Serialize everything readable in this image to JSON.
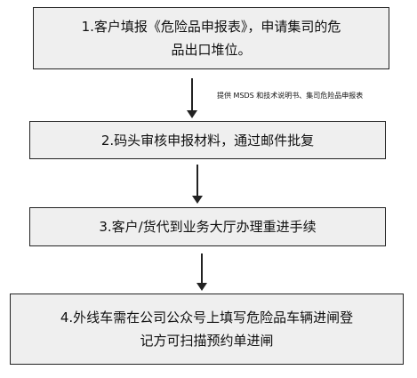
{
  "steps": [
    {
      "text": "1.客户填报《危险品申报表》，申请集司的危\n品出口堆位。"
    },
    {
      "text": "2.码头审核申报材料，通过邮件批复"
    },
    {
      "text": "3.客户/货代到业务大厅办理重进手续"
    },
    {
      "text": "4.外线车需在公司公众号上填写危险品车辆进闸登\n记方可扫描预约单进闸"
    }
  ],
  "annotation": "提供 MSDS 和技术说明书、集司危险品申报表"
}
